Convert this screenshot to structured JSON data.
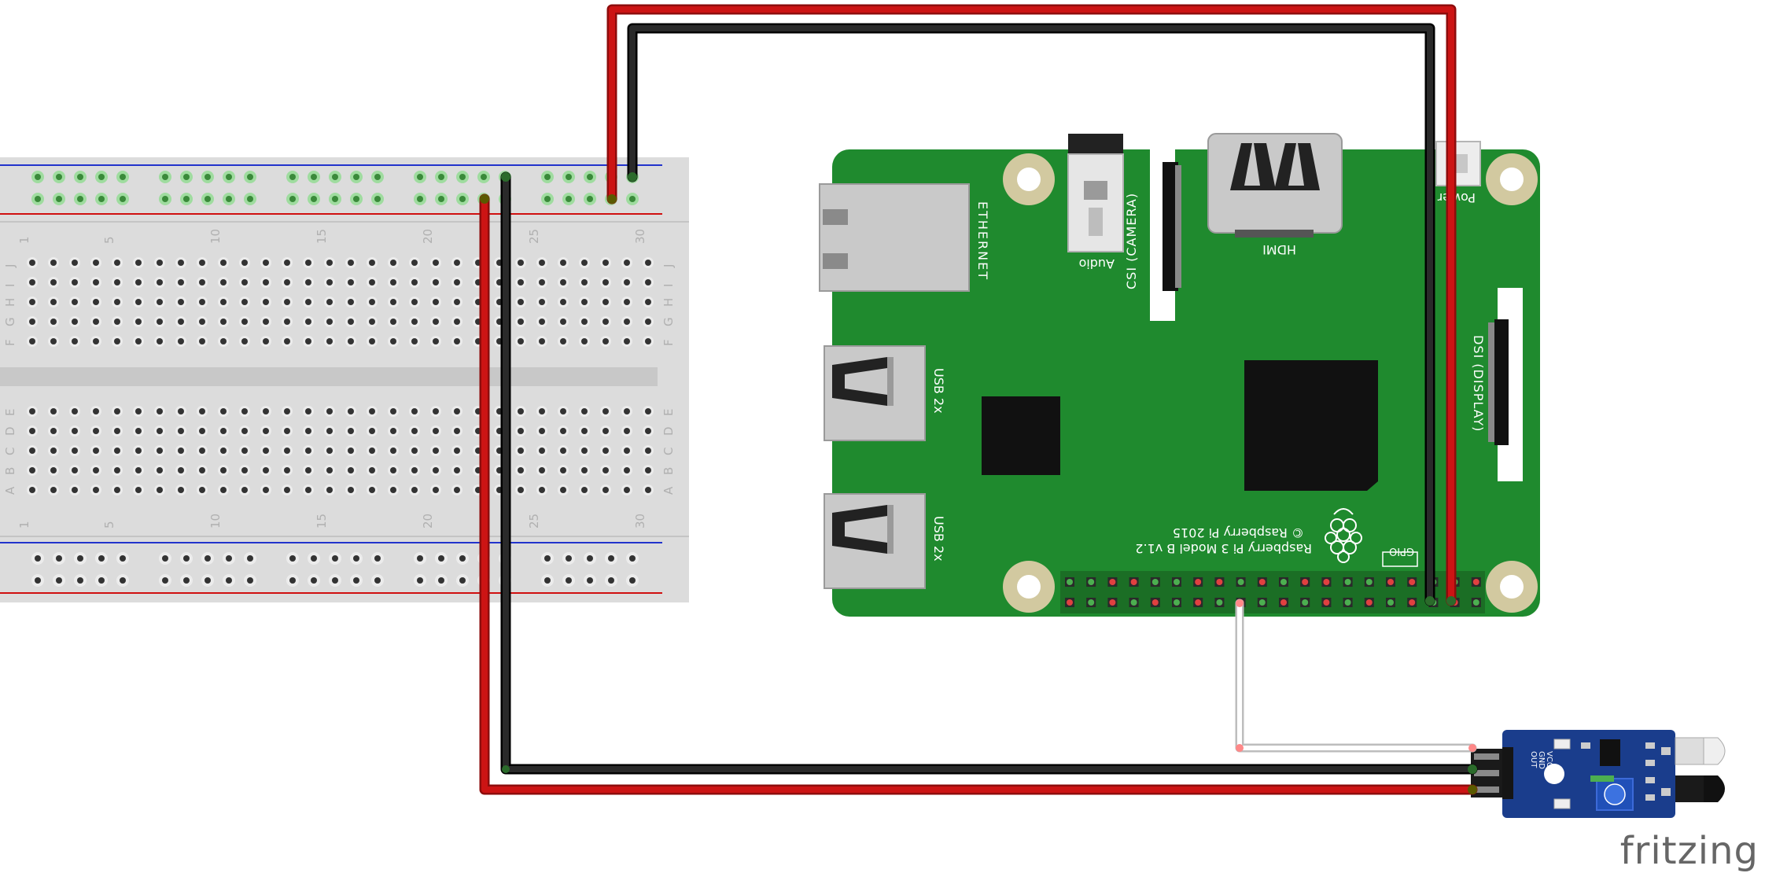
{
  "colors": {
    "wire_red": "#cc1414",
    "wire_black": "#1a1a1a",
    "pcb_green": "#1f8a2e",
    "breadboard": "#dcdcdc",
    "sensor_blue": "#1a3d8c"
  },
  "breadboard": {
    "column_numbers_top": [
      "1",
      "5",
      "10",
      "15",
      "20",
      "25",
      "30"
    ],
    "column_numbers_bottom": [
      "1",
      "5",
      "10",
      "15",
      "20",
      "25",
      "30"
    ],
    "row_letters_upper": [
      "J",
      "I",
      "H",
      "G",
      "F"
    ],
    "row_letters_lower": [
      "E",
      "D",
      "C",
      "B",
      "A"
    ]
  },
  "pi": {
    "ethernet_label": "ETHERNET",
    "audio_label": "Audio",
    "camera_label": "CSI (CAMERA)",
    "hdmi_label": "HDMI",
    "power_label": "Power",
    "display_label": "DSI (DISPLAY)",
    "usb1_label": "USB 2x",
    "usb2_label": "USB 2x",
    "gpio_label": "GPIO",
    "model_line1": "© Raspberry Pi 2015",
    "model_line2": "Raspberry Pi 3 Model B v1.2"
  },
  "sensor": {
    "pin_labels": [
      "OUT",
      "GND",
      "VCC"
    ]
  },
  "brand": {
    "logo": "fritzing"
  }
}
